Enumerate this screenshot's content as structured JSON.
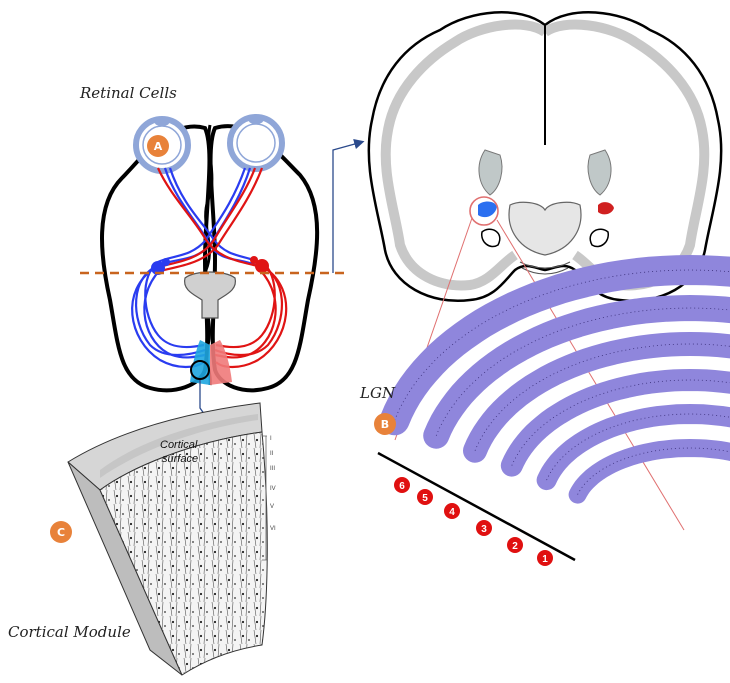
{
  "labels": {
    "retinal": "Retinal Cells",
    "lgn": "LGN",
    "cortical_module": "Cortical Module",
    "cortical_surface_line1": "Cortical",
    "cortical_surface_line2": "surface"
  },
  "badges": {
    "a": "A",
    "b": "B",
    "c": "C"
  },
  "layers": [
    "1",
    "2",
    "3",
    "4",
    "5",
    "6"
  ],
  "cortex_layers": [
    "I",
    "II",
    "III",
    "IV",
    "V",
    "VI"
  ],
  "colors": {
    "left_pathway": "#2a3cf0",
    "right_pathway": "#e01414",
    "badge": "#e8823a",
    "lgn_fill": "#8f86dc",
    "lgn_dots": "#4b2a8c",
    "layer_marker": "#e01010",
    "cut_line": "#c8641e",
    "arrow": "#2b4a8c"
  }
}
